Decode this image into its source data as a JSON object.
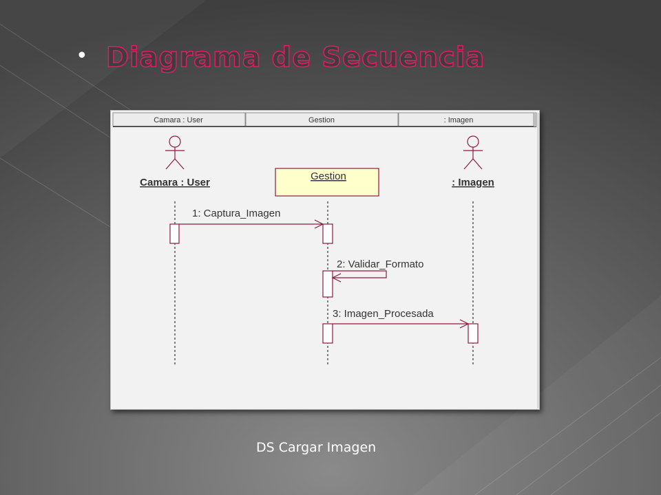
{
  "slide": {
    "title": "Diagrama de Secuencia",
    "bullet": "•",
    "caption": "DS Cargar Imagen",
    "colors": {
      "title_outline": "#e11d62",
      "background_light": "#8a8a8a",
      "background_dark": "#3f3f3f",
      "diagram_line": "#8b1a3e",
      "object_box_fill": "#ffffcc"
    }
  },
  "diagram": {
    "headers": [
      "Camara : User",
      "Gestion",
      ": Imagen"
    ],
    "actors": [
      {
        "name": "Camara : User",
        "icon": "stick-figure-icon"
      },
      {
        "name": ": Imagen",
        "icon": "stick-figure-icon"
      }
    ],
    "object": {
      "name": "Gestion"
    },
    "messages": [
      {
        "label": "1: Captura_Imagen",
        "from": "Camara : User",
        "to": "Gestion"
      },
      {
        "label": "2: Validar_Formato",
        "from": "Gestion",
        "to": "Gestion"
      },
      {
        "label": "3: Imagen_Procesada",
        "from": "Gestion",
        "to": ": Imagen"
      }
    ]
  }
}
